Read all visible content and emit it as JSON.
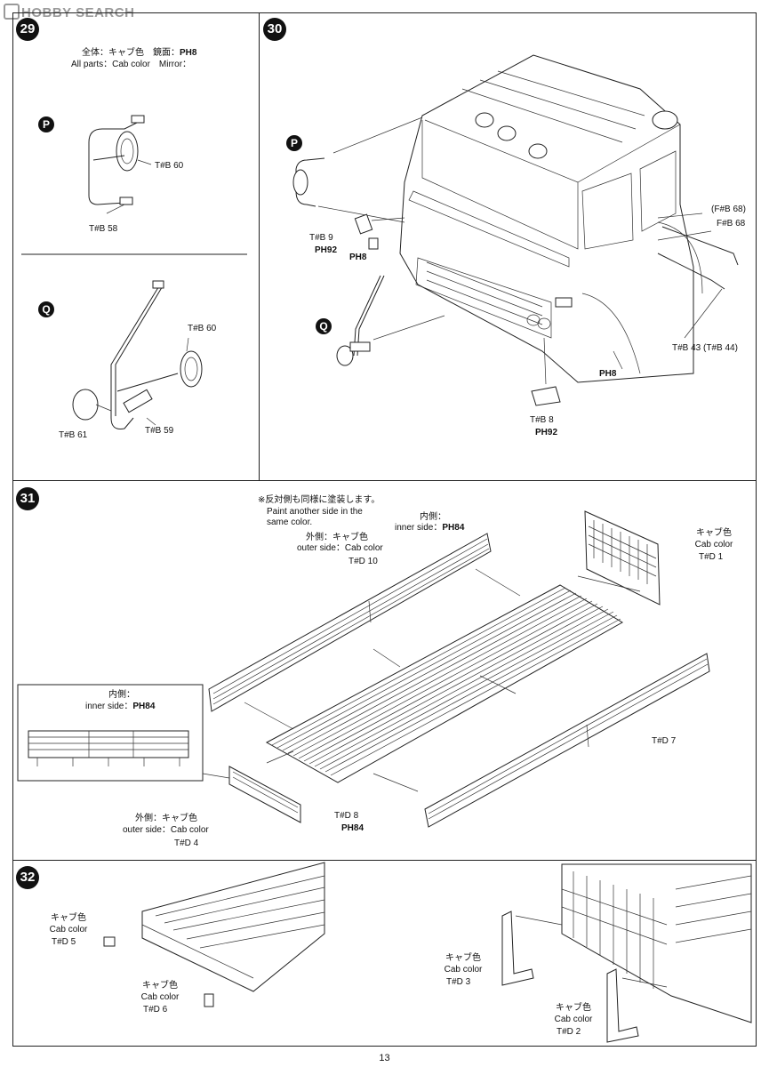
{
  "watermark": "HOBBY SEARCH",
  "page_number": "13",
  "step29": {
    "number": "29",
    "note_jp": "全体：キャブ色　鏡面：",
    "note_en": "All parts：Cab color　Mirror：",
    "note_ph": "PH8",
    "sub_p": "P",
    "sub_q": "Q",
    "p_parts": [
      "T#B 60",
      "T#B 58"
    ],
    "q_parts": [
      "T#B 60",
      "T#B 61",
      "T#B 59"
    ]
  },
  "step30": {
    "number": "30",
    "sub_p": "P",
    "sub_q": "Q",
    "part_9": "T#B 9",
    "part_9_ph": "PH92",
    "ph8_a": "PH8",
    "fb68_paren": "(F#B 68)",
    "fb68": "F#B 68",
    "part_43": "T#B 43  (T#B 44)",
    "ph8_b": "PH8",
    "part_8": "T#B 8",
    "part_8_ph": "PH92"
  },
  "step31": {
    "number": "31",
    "note_jp": "※反対側も同様に塗装します。",
    "note_en1": "Paint another side in the",
    "note_en2": "same color.",
    "inner_jp_top": "内側：",
    "inner_en_top": "inner side：",
    "inner_ph_top": "PH84",
    "outer_jp_top": "外側：キャブ色",
    "outer_en_top": "outer side：Cab color",
    "part_10": "T#D 10",
    "cab_jp": "キャブ色",
    "cab_en": "Cab color",
    "part_1": "T#D 1",
    "inset_jp": "内側：",
    "inset_en": "inner side：",
    "inset_ph": "PH84",
    "part_7": "T#D 7",
    "outer_jp_bot": "外側：キャブ色",
    "outer_en_bot": "outer side：Cab color",
    "part_4": "T#D 4",
    "part_8": "T#D 8",
    "part_8_ph": "PH84"
  },
  "step32": {
    "number": "32",
    "a_jp": "キャブ色",
    "a_en": "Cab color",
    "a_part": "T#D 5",
    "b_jp": "キャブ色",
    "b_en": "Cab color",
    "b_part": "T#D 6",
    "c_jp": "キャブ色",
    "c_en": "Cab color",
    "c_part": "T#D 3",
    "d_jp": "キャブ色",
    "d_en": "Cab color",
    "d_part": "T#D 2"
  }
}
